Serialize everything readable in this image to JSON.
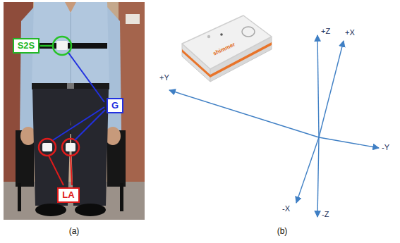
{
  "diagram": {
    "nodes": [
      {
        "text": [
          "S2S"
        ]
      },
      {
        "text": [
          "G"
        ]
      },
      {
        "text": [
          "LA"
        ]
      }
    ],
    "labels": [
      "(a)",
      "(b)",
      "shimmer",
      "+Z",
      "+X",
      "+Y",
      "-Y",
      "-X",
      "-Z"
    ]
  }
}
